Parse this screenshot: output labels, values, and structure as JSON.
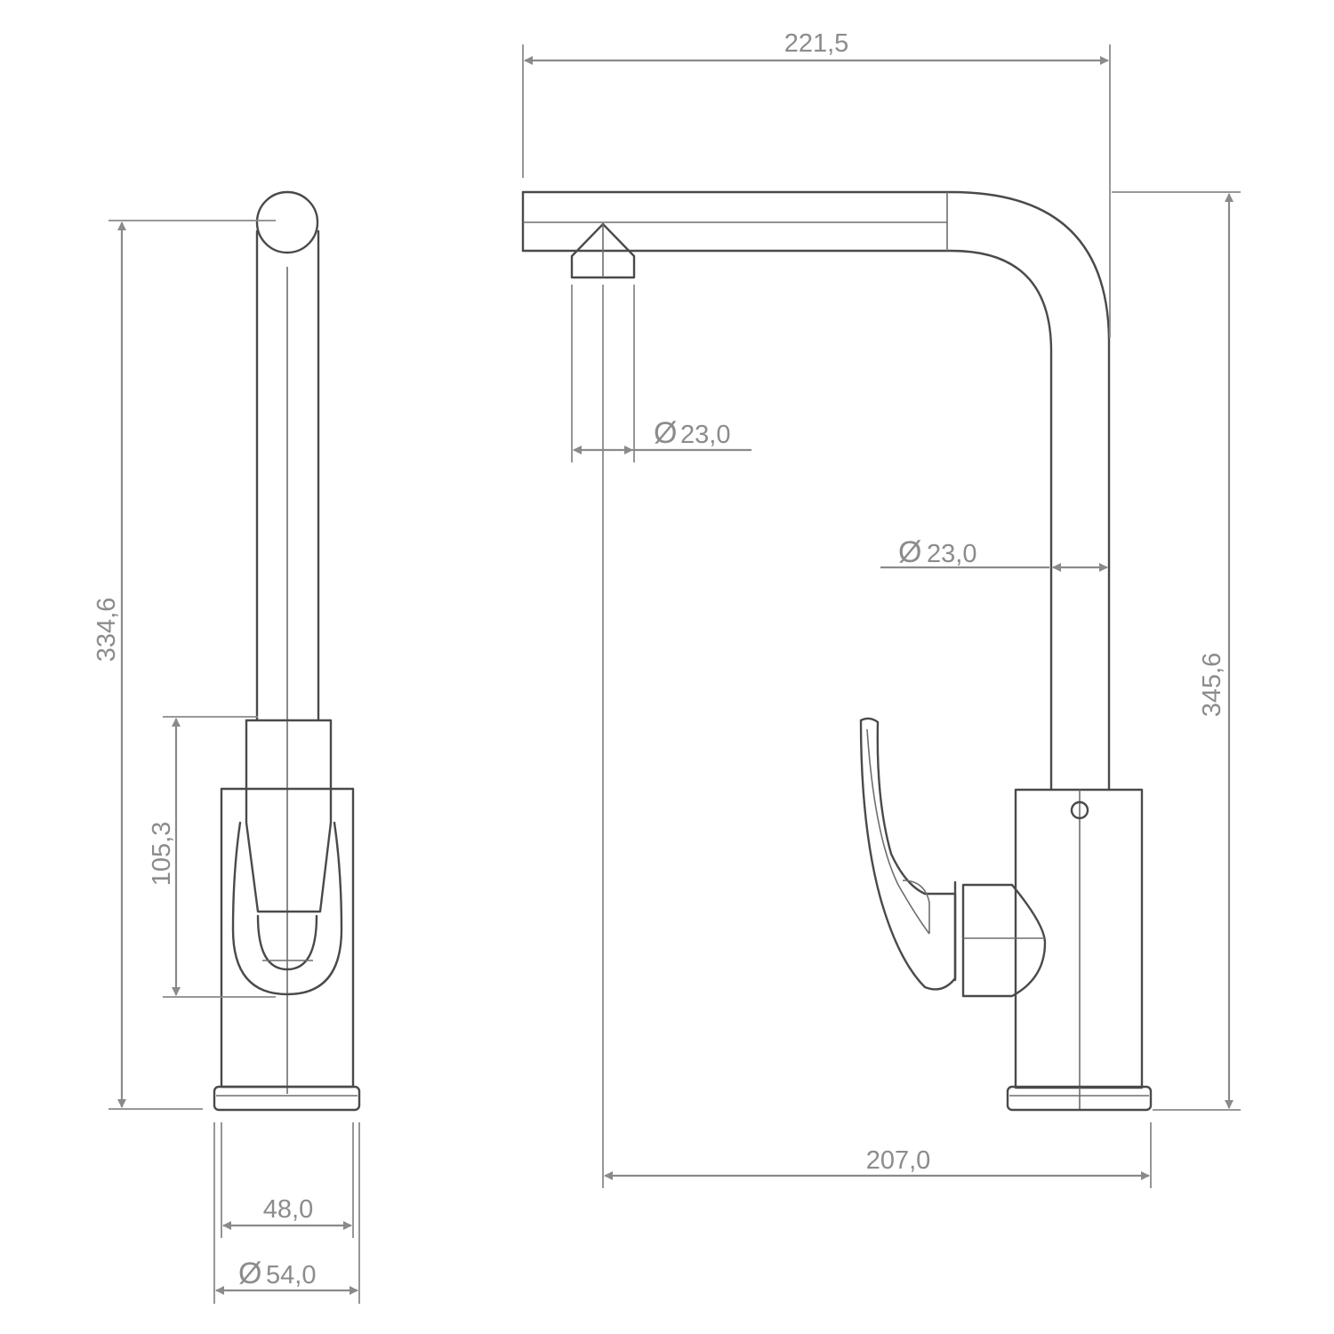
{
  "dimensions": {
    "spout_reach": "221,5",
    "spout_outlet_diameter": "23,0",
    "pipe_diameter": "23,0",
    "total_height_front": "345,6",
    "total_height_side": "334,6",
    "handle_height": "105,3",
    "body_width": "48,0",
    "base_diameter": "54,0",
    "base_to_outlet": "207,0",
    "diameter_symbol": "Ø"
  },
  "colors": {
    "outline": "#4a4a4a",
    "dimension": "#8a8a8a",
    "background": "#ffffff"
  }
}
